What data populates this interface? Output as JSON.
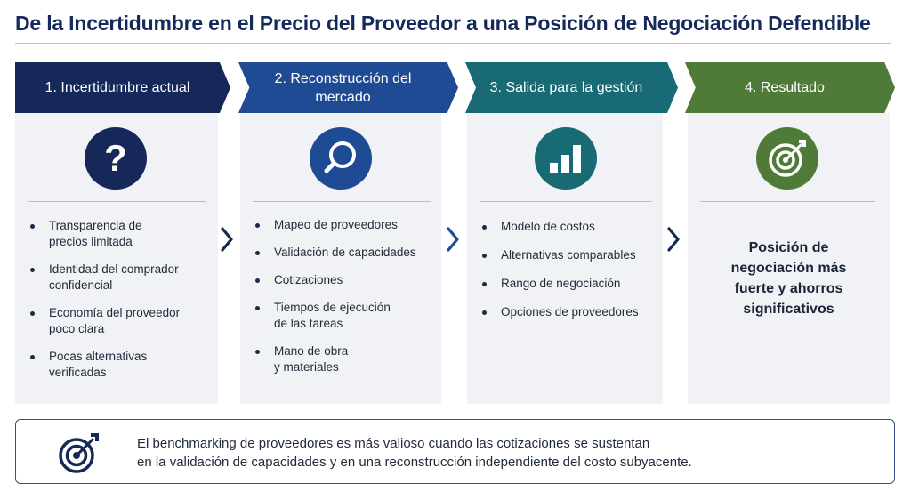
{
  "title": "De la Incertidumbre en el Precio del Proveedor a una Posición de Negociación Defendible",
  "steps": [
    {
      "header_line1": "1. Incertidumbre actual",
      "header_line2": "",
      "icon": "question-icon",
      "items": [
        [
          "Transparencia de",
          "precios limitada"
        ],
        [
          "Identidad del comprador",
          "confidencial"
        ],
        [
          "Economía del proveedor",
          "poco clara"
        ],
        [
          "Pocas alternativas",
          "verificadas"
        ]
      ]
    },
    {
      "header_line1": "2. Reconstrucción del",
      "header_line2": "mercado",
      "icon": "search-icon",
      "items": [
        [
          "Mapeo de proveedores",
          ""
        ],
        [
          "Validación de capacidades",
          ""
        ],
        [
          "Cotizaciones",
          ""
        ],
        [
          "Tiempos de ejecución",
          "de las tareas"
        ],
        [
          "Mano de obra",
          "y materiales"
        ]
      ]
    },
    {
      "header_line1": "3. Salida para la gestión",
      "header_line2": "",
      "icon": "bar-chart-icon",
      "items": [
        [
          "Modelo de costos",
          ""
        ],
        [
          "Alternativas comparables",
          ""
        ],
        [
          "Rango de negociación",
          ""
        ],
        [
          "Opciones de proveedores",
          ""
        ]
      ]
    },
    {
      "header_line1": "4. Resultado",
      "header_line2": "",
      "icon": "target-icon",
      "result": [
        "Posición de",
        "negociación más",
        "fuerte y ahorros",
        "significativos"
      ]
    }
  ],
  "note": {
    "icon": "target-icon",
    "line1": "El benchmarking de proveedores es más valioso cuando las cotizaciones se sustentan",
    "line2": "en la validación de capacidades y en una reconstrucción independiente del costo subyacente."
  },
  "colors": {
    "navy": "#16285a",
    "blue": "#1f4a94",
    "teal": "#186a75",
    "green": "#4f7a38"
  }
}
